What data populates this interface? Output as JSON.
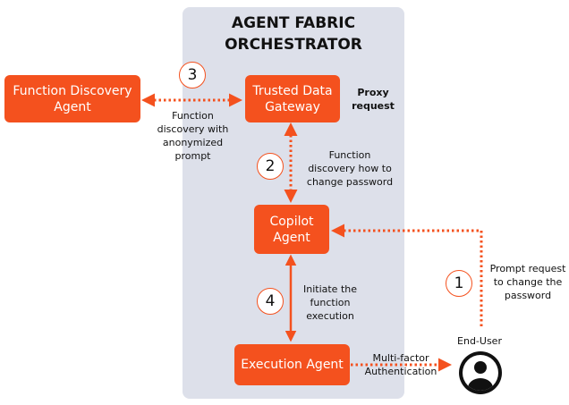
{
  "orchestrator": {
    "title": "AGENT FABRIC\nORCHESTRATOR"
  },
  "nodes": {
    "function_discovery": "Function Discovery\nAgent",
    "trusted_gateway": "Trusted Data\nGateway",
    "copilot": "Copilot\nAgent",
    "execution": "Execution Agent"
  },
  "labels": {
    "proxy_request": "Proxy\nrequest",
    "function_discovery_anonymized": "Function\ndiscovery with\nanonymized\nprompt",
    "function_discovery_password": "Function\ndiscovery how to\nchange password",
    "initiate_execution": "Initiate the\nfunction\nexecution",
    "prompt_request": "Prompt request\nto change the\npassword",
    "mfa": "Multi-factor\nAuthentication",
    "end_user": "End-User"
  },
  "steps": [
    "1",
    "2",
    "3",
    "4"
  ],
  "colors": {
    "accent": "#f4511e",
    "panel": "#dde0ea",
    "text": "#111111"
  },
  "icons": {
    "end_user": "user-avatar-icon"
  }
}
